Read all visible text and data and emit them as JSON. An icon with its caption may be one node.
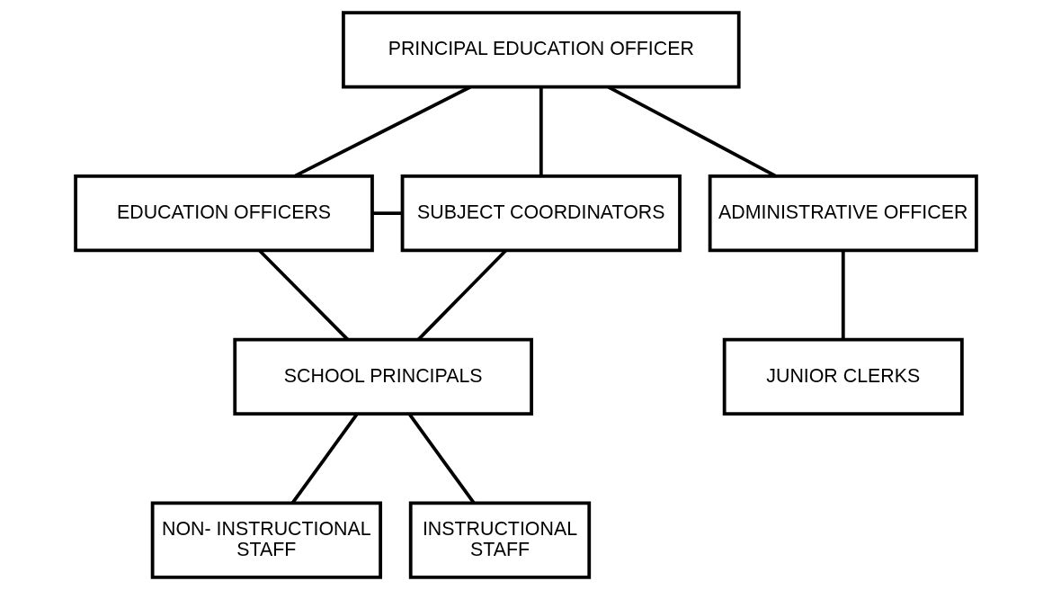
{
  "diagram": {
    "nodes": [
      {
        "text": [
          "PRINCIPAL EDUCATION OFFICER"
        ]
      },
      {
        "text": [
          "EDUCATION OFFICERS"
        ]
      },
      {
        "text": [
          "SUBJECT COORDINATORS"
        ]
      },
      {
        "text": [
          "ADMINISTRATIVE OFFICER"
        ]
      },
      {
        "text": [
          "SCHOOL PRINCIPALS"
        ]
      },
      {
        "text": [
          "JUNIOR CLERKS"
        ]
      },
      {
        "text": [
          "NON- INSTRUCTIONAL STAFF"
        ]
      },
      {
        "text": [
          "INSTRUCTIONAL STAFF"
        ]
      }
    ],
    "edges": [
      {
        "from": 0,
        "to": 1,
        "arrow": "none"
      },
      {
        "from": 0,
        "to": 2,
        "arrow": "none"
      },
      {
        "from": 0,
        "to": 3,
        "arrow": "none"
      },
      {
        "from": 1,
        "to": 2,
        "arrow": "none"
      },
      {
        "from": 1,
        "to": 4,
        "arrow": "none"
      },
      {
        "from": 2,
        "to": 4,
        "arrow": "none"
      },
      {
        "from": 3,
        "to": 5,
        "arrow": "none"
      },
      {
        "from": 4,
        "to": 6,
        "arrow": "none"
      },
      {
        "from": 4,
        "to": 7,
        "arrow": "none"
      }
    ]
  }
}
